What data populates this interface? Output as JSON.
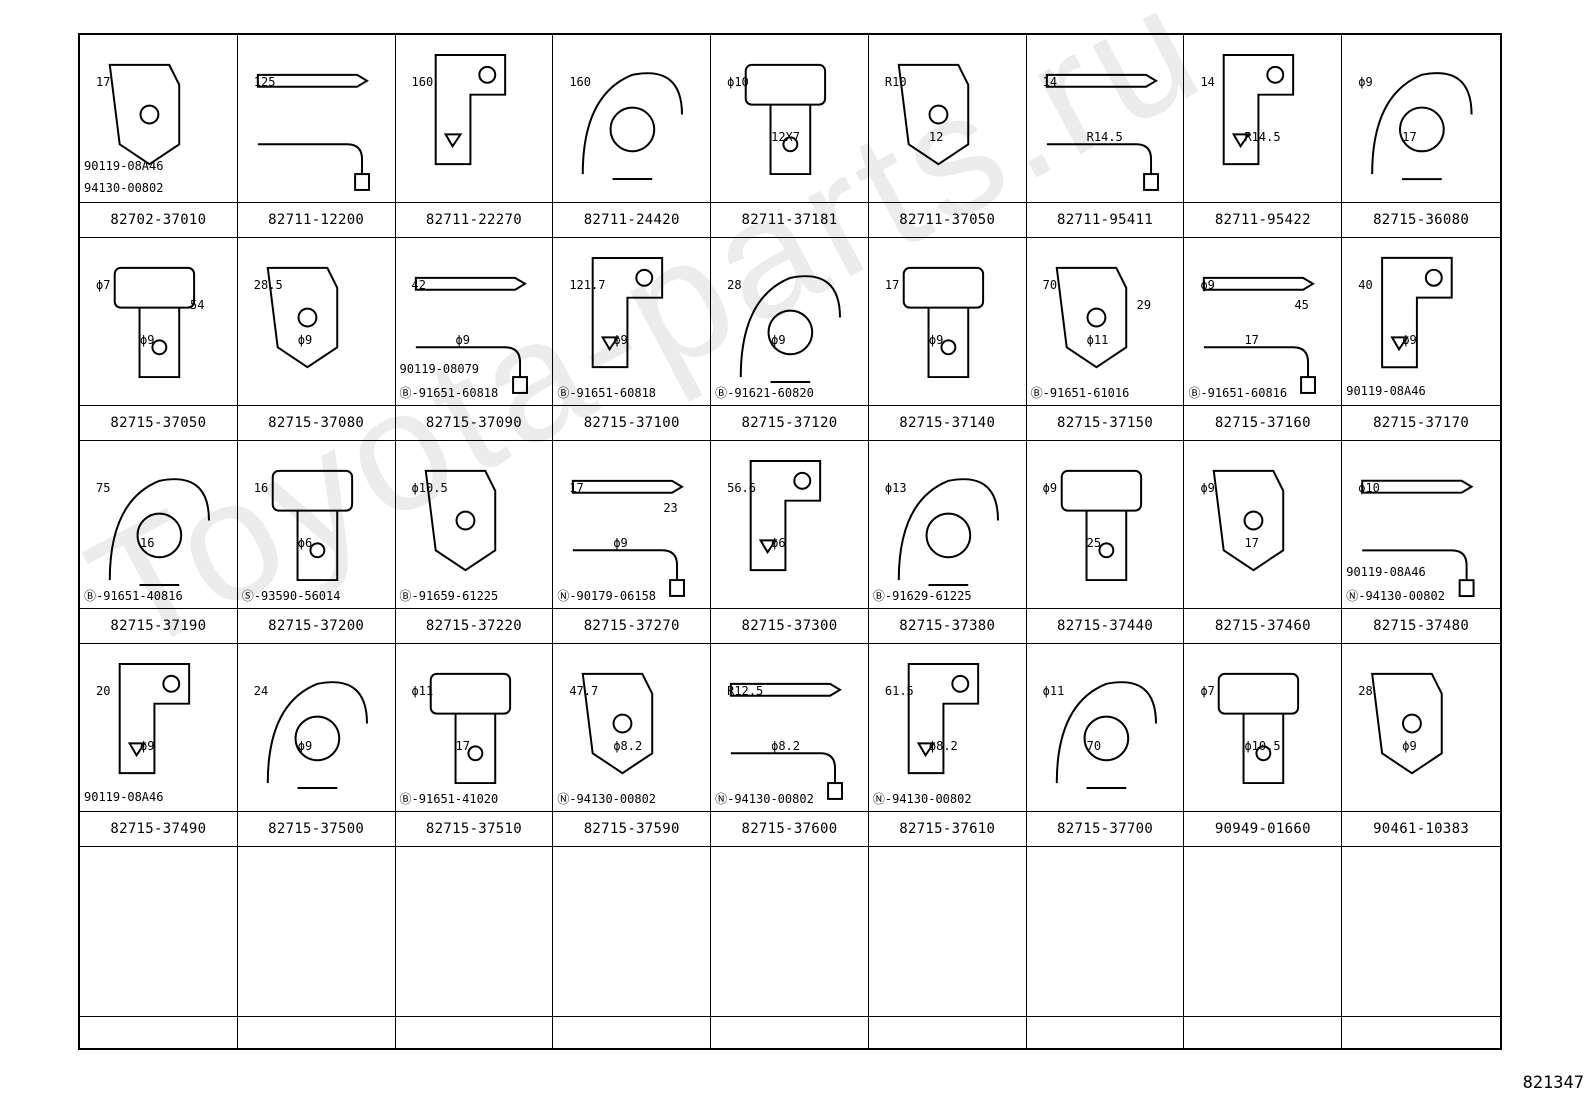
{
  "watermark": "Toyota-parts.ru",
  "footer_code": "821347",
  "rows": [
    [
      {
        "pn": "82702-37010",
        "notes": [
          "90119-08A46",
          "94130-00802"
        ],
        "dims": [
          "17"
        ]
      },
      {
        "pn": "82711-12200",
        "notes": [],
        "dims": [
          "125"
        ]
      },
      {
        "pn": "82711-22270",
        "notes": [],
        "dims": [
          "160"
        ]
      },
      {
        "pn": "82711-24420",
        "notes": [],
        "dims": [
          "160"
        ]
      },
      {
        "pn": "82711-37181",
        "notes": [],
        "dims": [
          "ϕ10",
          "12X7"
        ]
      },
      {
        "pn": "82711-37050",
        "notes": [],
        "dims": [
          "R10",
          "12"
        ]
      },
      {
        "pn": "82711-95411",
        "notes": [],
        "dims": [
          "14",
          "R14.5"
        ]
      },
      {
        "pn": "82711-95422",
        "notes": [],
        "dims": [
          "14",
          "R14.5"
        ]
      },
      {
        "pn": "82715-36080",
        "notes": [],
        "dims": [
          "ϕ9",
          "17"
        ]
      }
    ],
    [
      {
        "pn": "82715-37050",
        "notes": [],
        "dims": [
          "ϕ7",
          "ϕ9",
          "54"
        ]
      },
      {
        "pn": "82715-37080",
        "notes": [],
        "dims": [
          "28.5",
          "ϕ9"
        ]
      },
      {
        "pn": "82715-37090",
        "notes": [
          "90119-08079",
          "Ⓑ-91651-60818"
        ],
        "dims": [
          "42",
          "ϕ9"
        ]
      },
      {
        "pn": "82715-37100",
        "notes": [
          "Ⓑ-91651-60818"
        ],
        "dims": [
          "121.7",
          "ϕ9"
        ]
      },
      {
        "pn": "82715-37120",
        "notes": [
          "Ⓑ-91621-60820"
        ],
        "dims": [
          "28",
          "ϕ9"
        ]
      },
      {
        "pn": "82715-37140",
        "notes": [],
        "dims": [
          "17",
          "ϕ9"
        ]
      },
      {
        "pn": "82715-37150",
        "notes": [
          "Ⓑ-91651-61016"
        ],
        "dims": [
          "70",
          "ϕ11",
          "29"
        ]
      },
      {
        "pn": "82715-37160",
        "notes": [
          "Ⓑ-91651-60816"
        ],
        "dims": [
          "ϕ9",
          "17",
          "45"
        ]
      },
      {
        "pn": "82715-37170",
        "notes": [
          "90119-08A46"
        ],
        "dims": [
          "40",
          "ϕ9"
        ]
      }
    ],
    [
      {
        "pn": "82715-37190",
        "notes": [
          "Ⓑ-91651-40816"
        ],
        "dims": [
          "75",
          "16"
        ]
      },
      {
        "pn": "82715-37200",
        "notes": [
          "Ⓢ-93590-56014"
        ],
        "dims": [
          "16",
          "ϕ6"
        ]
      },
      {
        "pn": "82715-37220",
        "notes": [
          "Ⓑ-91659-61225"
        ],
        "dims": [
          "ϕ10.5"
        ]
      },
      {
        "pn": "82715-37270",
        "notes": [
          "Ⓝ-90179-06158"
        ],
        "dims": [
          "17",
          "ϕ9",
          "23"
        ]
      },
      {
        "pn": "82715-37300",
        "notes": [],
        "dims": [
          "56.6",
          "ϕ6"
        ]
      },
      {
        "pn": "82715-37380",
        "notes": [
          "Ⓑ-91629-61225"
        ],
        "dims": [
          "ϕ13"
        ]
      },
      {
        "pn": "82715-37440",
        "notes": [],
        "dims": [
          "ϕ9",
          "25"
        ]
      },
      {
        "pn": "82715-37460",
        "notes": [],
        "dims": [
          "ϕ9",
          "17"
        ]
      },
      {
        "pn": "82715-37480",
        "notes": [
          "90119-08A46",
          "Ⓝ-94130-00802"
        ],
        "dims": [
          "ϕ10"
        ]
      }
    ],
    [
      {
        "pn": "82715-37490",
        "notes": [
          "90119-08A46"
        ],
        "dims": [
          "20",
          "ϕ9"
        ]
      },
      {
        "pn": "82715-37500",
        "notes": [],
        "dims": [
          "24",
          "ϕ9"
        ]
      },
      {
        "pn": "82715-37510",
        "notes": [
          "Ⓑ-91651-41020"
        ],
        "dims": [
          "ϕ11",
          "17"
        ]
      },
      {
        "pn": "82715-37590",
        "notes": [
          "Ⓝ-94130-00802"
        ],
        "dims": [
          "47.7",
          "ϕ8.2"
        ]
      },
      {
        "pn": "82715-37600",
        "notes": [
          "Ⓝ-94130-00802"
        ],
        "dims": [
          "R12.5",
          "ϕ8.2"
        ]
      },
      {
        "pn": "82715-37610",
        "notes": [
          "Ⓝ-94130-00802"
        ],
        "dims": [
          "61.5",
          "ϕ8.2"
        ]
      },
      {
        "pn": "82715-37700",
        "notes": [],
        "dims": [
          "ϕ11",
          "70"
        ]
      },
      {
        "pn": "90949-01660",
        "notes": [],
        "dims": [
          "ϕ7",
          "ϕ10.5"
        ]
      },
      {
        "pn": "90461-10383",
        "notes": [],
        "dims": [
          "28",
          "ϕ9"
        ]
      }
    ]
  ]
}
